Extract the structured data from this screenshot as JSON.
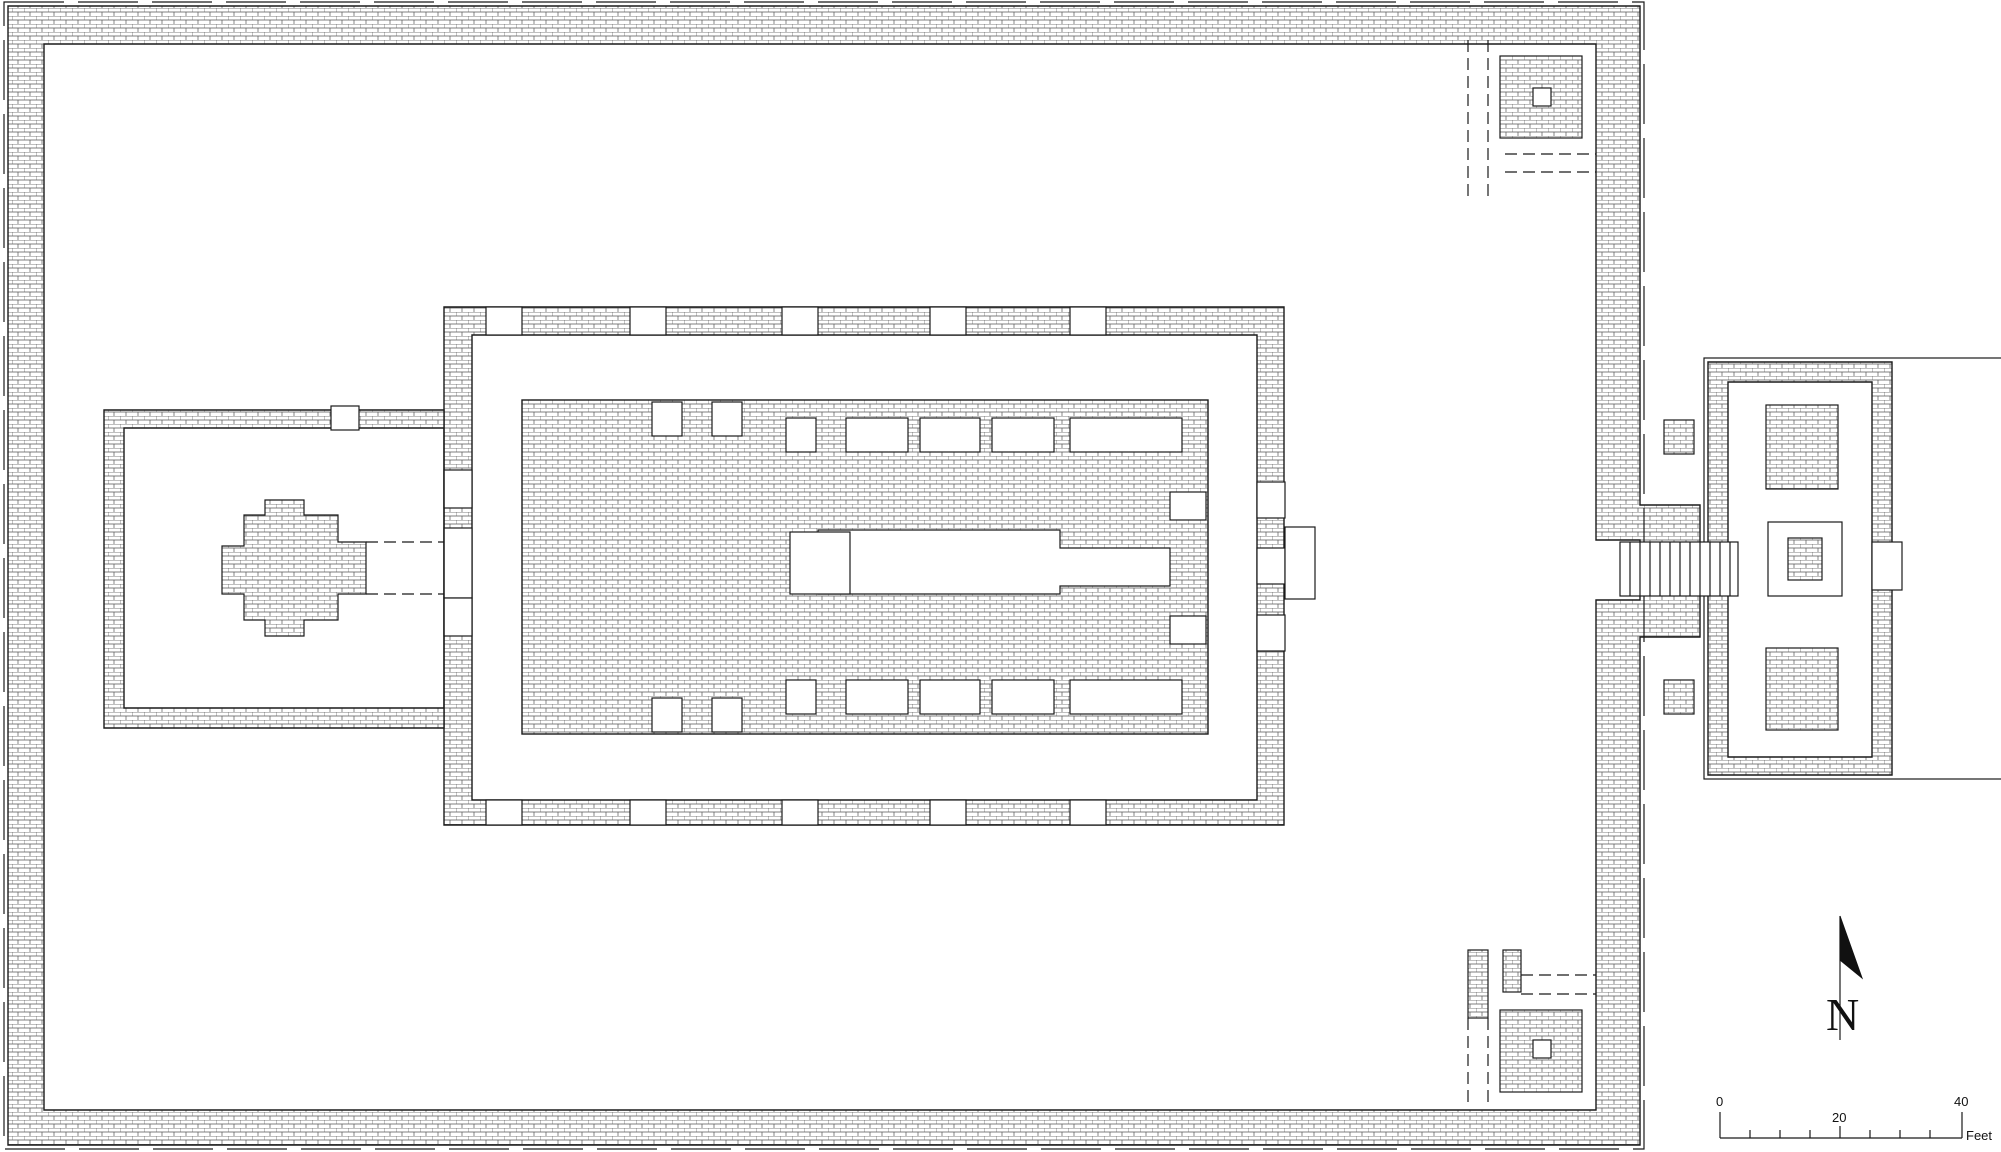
{
  "north_arrow": {
    "label": "N"
  },
  "scale_bar": {
    "ticks": [
      "0",
      "20",
      "40"
    ],
    "unit": "Feet"
  },
  "colors": {
    "line": "#1a1a1a",
    "background": "#ffffff",
    "hatch": "#555555"
  }
}
